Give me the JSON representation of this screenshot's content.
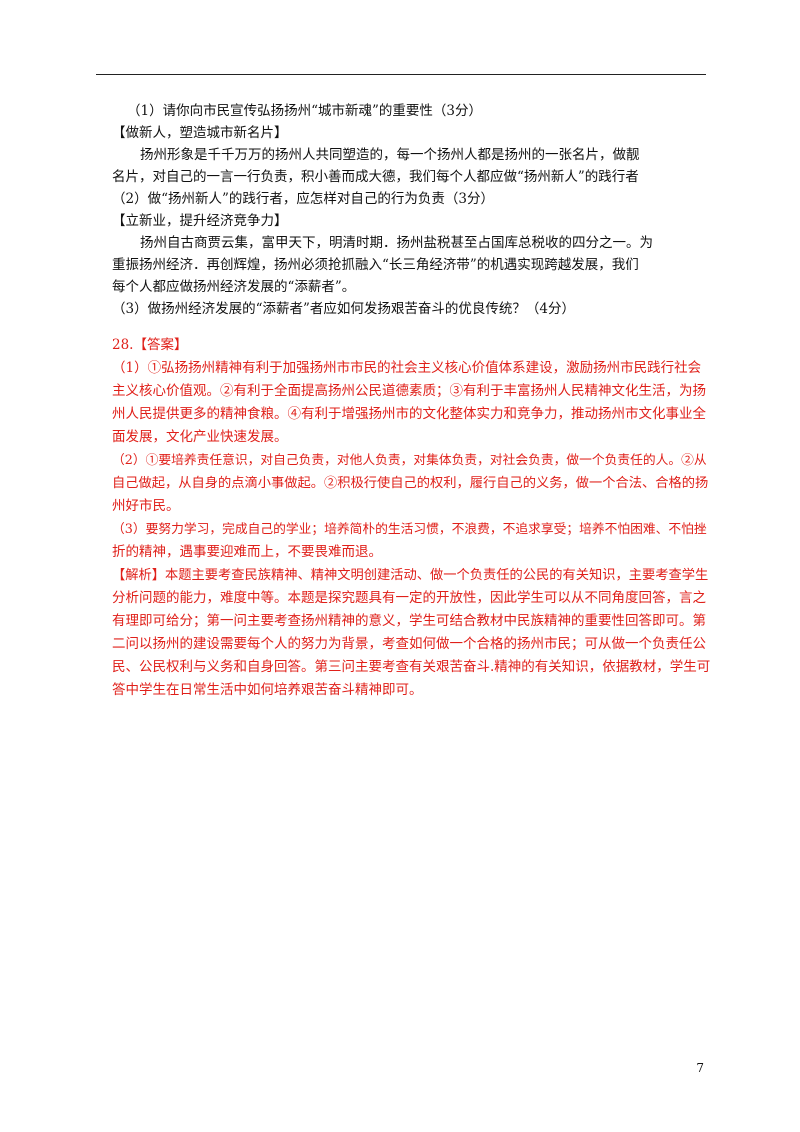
{
  "question": {
    "q1": "（1）请你向市民宣传弘扬扬州“城市新魂”的重要性（3分）",
    "section2_title": "【做新人，塑造城市新名片】",
    "section2_para": [
      "扬州形象是千千万万的扬州人共同塑造的，每一个扬州人都是扬州的一张名片，做靓",
      "名片，对自己的一言一行负责，积小善而成大德，我们每个人都应做“扬州新人”的践行者"
    ],
    "q2": "（2）做“扬州新人”的践行者，应怎样对自己的行为负责（3分）",
    "section3_title": "【立新业，提升经济竞争力】",
    "section3_para": [
      "扬州自古商贾云集，富甲天下，明清时期．扬州盐税甚至占国库总税收的四分之一。为",
      "重振扬州经济．再创辉煌，扬州必须抢抓融入“长三角经济带”的机遇实现跨越发展，我们",
      "每个人都应做扬州经济发展的“添薪者”。"
    ],
    "q3": "（3）做扬州经济发展的“添薪者”者应如何发扬艰苦奋斗的优良传统？（4分）"
  },
  "answer": {
    "heading": "28.【答案】",
    "a1": [
      "（1）①弘扬扬州精神有利于加强扬州市市民的社会主义核心价值体系建设，激励扬州市民践行社会",
      "主义核心价值观。②有利于全面提高扬州公民道德素质；③有利于丰富扬州人民精神文化生活，为扬",
      "州人民提供更多的精神食粮。④有利于增强扬州市的文化整体实力和竞争力，推动扬州市文化事业全",
      "面发展，文化产业快速发展。"
    ],
    "a2": [
      "（2）①要培养责任意识，对自己负责，对他人负责，对集体负责，对社会负责，做一个负责任的人。②从",
      "自己做起，从自身的点滴小事做起。②积极行使自己的权利，履行自己的义务，做一个合法、合格的扬",
      "州好市民。"
    ],
    "a3": [
      "（3）要努力学习，完成自己的学业；培养简朴的生活习惯，不浪费，不追求享受；培养不怕困难、不怕挫",
      "折的精神，遇事要迎难而上，不要畏难而退。"
    ],
    "analysis": [
      "【解析】本题主要考查民族精神、精神文明创建活动、做一个负责任的公民的有关知识，主要考查学生",
      "分析问题的能力，难度中等。本题是探究题具有一定的开放性，因此学生可以从不同角度回答，言之",
      "有理即可给分；第一问主要考查扬州精神的意义，学生可结合教材中民族精神的重要性回答即可。第",
      "二问以扬州的建设需要每个人的努力为背景，考查如何做一个合格的扬州市民；可从做一个负责任公",
      "民、公民权利与义务和自身回答。第三问主要考查有关艰苦奋斗.精神的有关知识，依据教材，学生可",
      "答中学生在日常生活中如何培养艰苦奋斗精神即可。"
    ]
  },
  "page_number": "7"
}
